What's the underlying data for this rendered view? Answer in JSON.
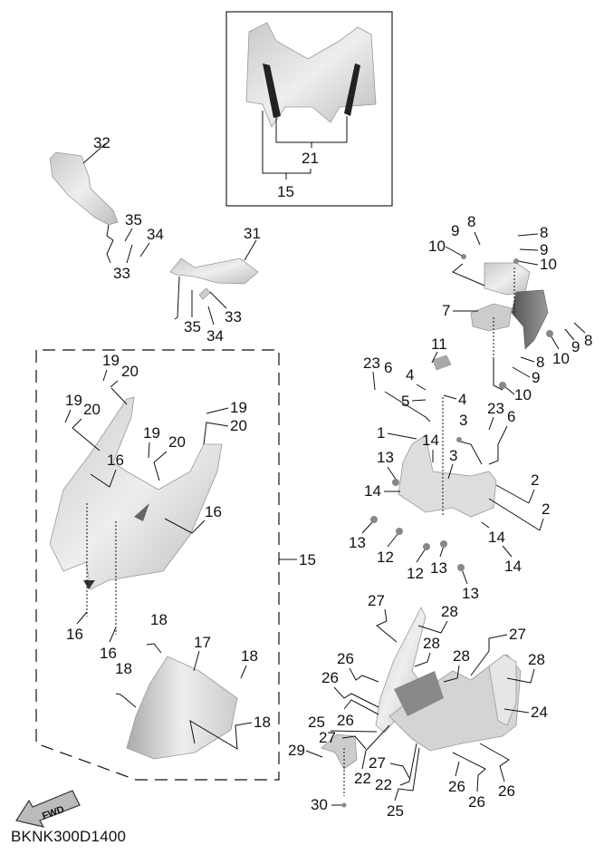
{
  "diagram": {
    "code": "BKNK300D1400",
    "fwd_label": "FWD",
    "inset_labels": {
      "a": "21",
      "b": "15"
    },
    "assembly_label": "15",
    "callouts": {
      "c32": "32",
      "c35a": "35",
      "c34a": "34",
      "c33a": "33",
      "c31": "31",
      "c35b": "35",
      "c33b": "33",
      "c34b": "34",
      "c9a": "9",
      "c8a": "8",
      "c10a": "10",
      "c8b": "8",
      "c9b": "9",
      "c10b": "10",
      "c7": "7",
      "c10c": "10",
      "c9c": "9",
      "c8c": "8",
      "c8d": "8",
      "c9d": "9",
      "c10d": "10",
      "c11": "11",
      "c23a": "23",
      "c6a": "6",
      "c4a": "4",
      "c5": "5",
      "c4b": "4",
      "c1": "1",
      "c3a": "3",
      "c23b": "23",
      "c6b": "6",
      "c14a": "14",
      "c3b": "3",
      "c13a": "13",
      "c14b": "14",
      "c2a": "2",
      "c2b": "2",
      "c13b": "13",
      "c12a": "12",
      "c12b": "12",
      "c13c": "13",
      "c14c": "14",
      "c14d": "14",
      "c13d": "13",
      "c19a": "19",
      "c20a": "20",
      "c19b": "19",
      "c20b": "20",
      "c19c": "19",
      "c20c": "20",
      "c19d": "19",
      "c20d": "20",
      "c16a": "16",
      "c16b": "16",
      "c16c": "16",
      "c16d": "16",
      "c18a": "18",
      "c17": "17",
      "c18b": "18",
      "c18c": "18",
      "c18d": "18",
      "c27a": "27",
      "c28a": "28",
      "c28b": "28",
      "c27b": "27",
      "c28c": "28",
      "c28d": "28",
      "c26a": "26",
      "c26b": "26",
      "c26c": "26",
      "c24": "24",
      "c25a": "25",
      "c27c": "27",
      "c29": "29",
      "c22a": "22",
      "c27d": "27",
      "c22b": "22",
      "c26d": "26",
      "c26e": "26",
      "c26f": "26",
      "c30": "30",
      "c25b": "25"
    }
  }
}
